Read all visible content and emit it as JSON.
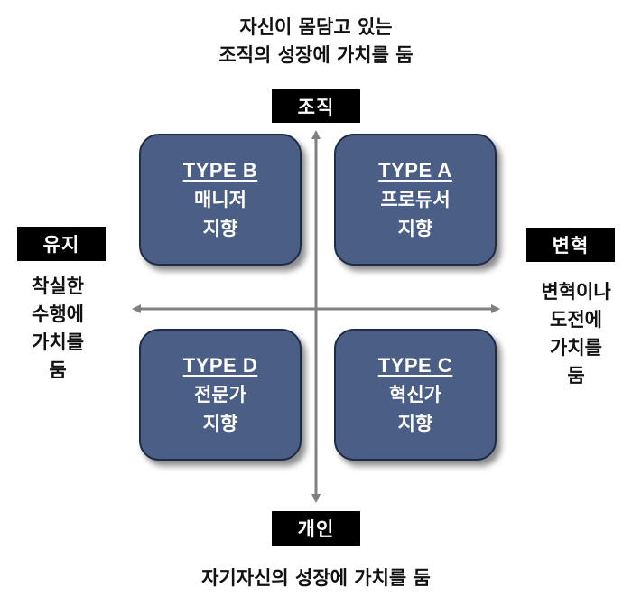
{
  "top_caption": [
    "자신이 몸담고 있는",
    "조직의 성장에 가치를 둠"
  ],
  "bottom_caption": "자기자신의 성장에 가치를 둠",
  "left_caption": [
    "착실한",
    "수행에",
    "가치를",
    "둠"
  ],
  "right_caption": [
    "변혁이나",
    "도전에",
    "가치를",
    "둠"
  ],
  "axis_labels": {
    "top": "조직",
    "bottom": "개인",
    "left": "유지",
    "right": "변혁"
  },
  "quadrants": {
    "top_left": {
      "type": "TYPE B",
      "line1": "매니저",
      "line2": "지향"
    },
    "top_right": {
      "type": "TYPE A",
      "line1": "프로듀서",
      "line2": "지향"
    },
    "bottom_left": {
      "type": "TYPE D",
      "line1": "전문가",
      "line2": "지향"
    },
    "bottom_right": {
      "type": "TYPE C",
      "line1": "혁신가",
      "line2": "지향"
    }
  },
  "colors": {
    "quadrant_fill": "#4b5e86",
    "axis_arrow": "#808080",
    "label_bg": "#000000"
  }
}
